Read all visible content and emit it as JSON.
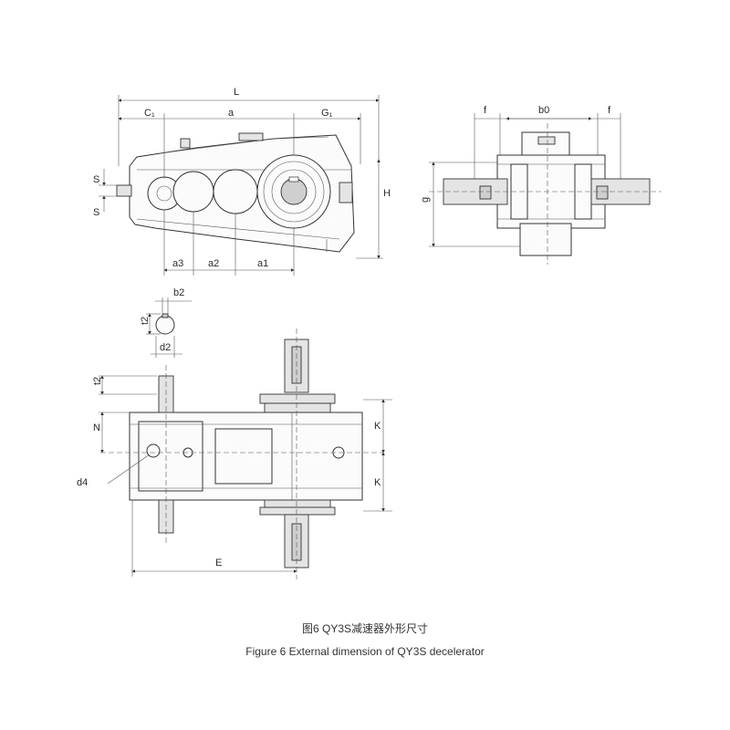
{
  "side_view": {
    "dims": {
      "L": "L",
      "C1": "C₁",
      "a": "a",
      "G1": "G₁",
      "S_top": "S",
      "S_bottom": "S",
      "H": "H",
      "a3": "a3",
      "a2": "a2",
      "a1": "a1"
    }
  },
  "end_view": {
    "dims": {
      "f_left": "f",
      "b0": "b0",
      "f_right": "f",
      "g": "g"
    }
  },
  "key_detail": {
    "dims": {
      "b2": "b2",
      "t2": "t2",
      "d2": "d2"
    }
  },
  "plan_view": {
    "dims": {
      "t2": "t2",
      "N": "N",
      "d4": "d4",
      "K_top": "K",
      "K_bottom": "K",
      "E": "E"
    }
  },
  "caption": {
    "zh": "图6  QY3S减速器外形尺寸",
    "en": "Figure 6  External dimension of QY3S decelerator"
  }
}
